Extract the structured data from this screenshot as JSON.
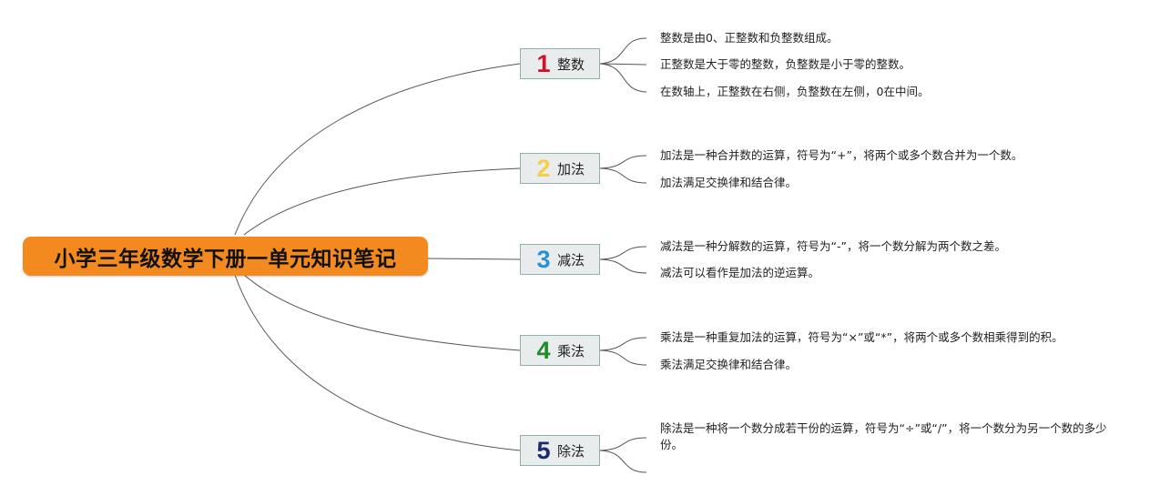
{
  "root": {
    "title": "小学三年级数学下册一单元知识笔记",
    "color": "#f28a1f"
  },
  "branches": [
    {
      "num": "1",
      "num_color": "#d0112b",
      "label": "整数",
      "leaves": [
        "整数是由0、正整数和负整数组成。",
        "正整数是大于零的整数，负整数是小于零的整数。",
        "在数轴上，正整数在右侧，负整数在左侧，0在中间。"
      ]
    },
    {
      "num": "2",
      "num_color": "#f4cf45",
      "label": "加法",
      "leaves": [
        "加法是一种合并数的运算，符号为“+”，将两个或多个数合并为一个数。",
        "加法满足交换律和结合律。"
      ]
    },
    {
      "num": "3",
      "num_color": "#2b8fd6",
      "label": "减法",
      "leaves": [
        "减法是一种分解数的运算，符号为“-”，将一个数分解为两个数之差。",
        "减法可以看作是加法的逆运算。"
      ]
    },
    {
      "num": "4",
      "num_color": "#1e8c2a",
      "label": "乘法",
      "leaves": [
        "乘法是一种重复加法的运算，符号为“×”或“*”，将两个或多个数相乘得到的积。",
        "乘法满足交换律和结合律。"
      ]
    },
    {
      "num": "5",
      "num_color": "#1c2a6e",
      "label": "除法",
      "leaves": [
        "除法是一种将一个数分成若干份的运算，符号为“÷”或“/”，将一个数分为另一个数的多少份。",
        ""
      ]
    }
  ]
}
